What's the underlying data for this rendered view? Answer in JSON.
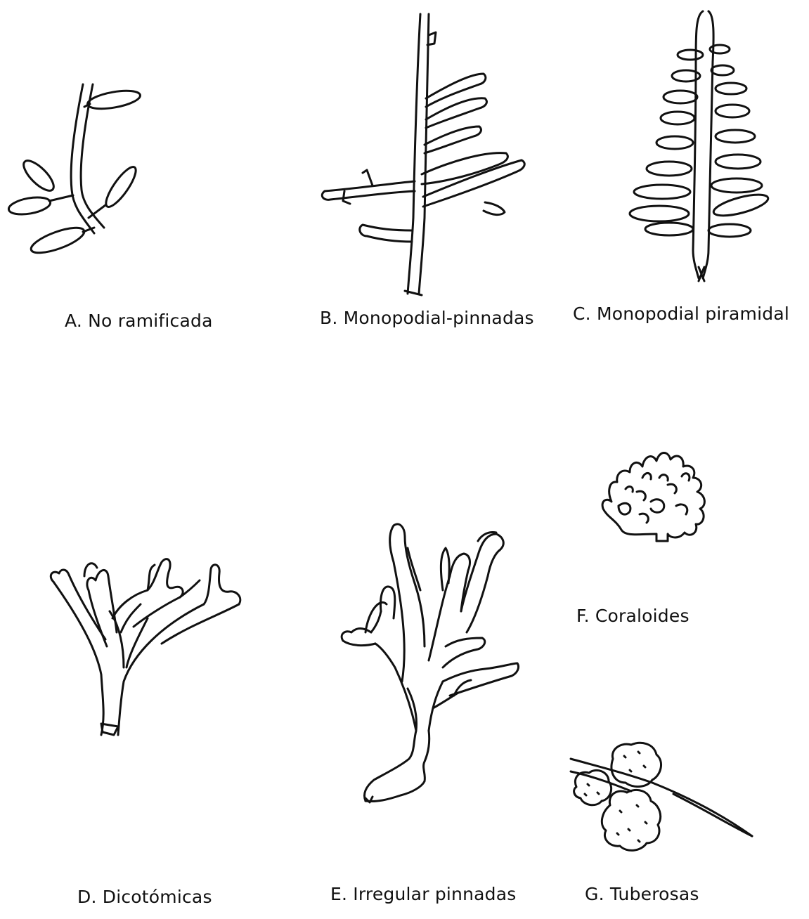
{
  "panels": [
    {
      "id": "A",
      "caption": "A. No ramificada"
    },
    {
      "id": "B",
      "caption": "B. Monopodial-pinnadas"
    },
    {
      "id": "C",
      "caption": "C. Monopodial piramidal"
    },
    {
      "id": "D",
      "caption": "D. Dicotómicas"
    },
    {
      "id": "E",
      "caption": "E. Irregular pinnadas"
    },
    {
      "id": "F",
      "caption": "F. Coraloides"
    },
    {
      "id": "G",
      "caption": "G. Tuberosas"
    }
  ],
  "colors": {
    "ink": "#111111",
    "background": "#ffffff"
  }
}
